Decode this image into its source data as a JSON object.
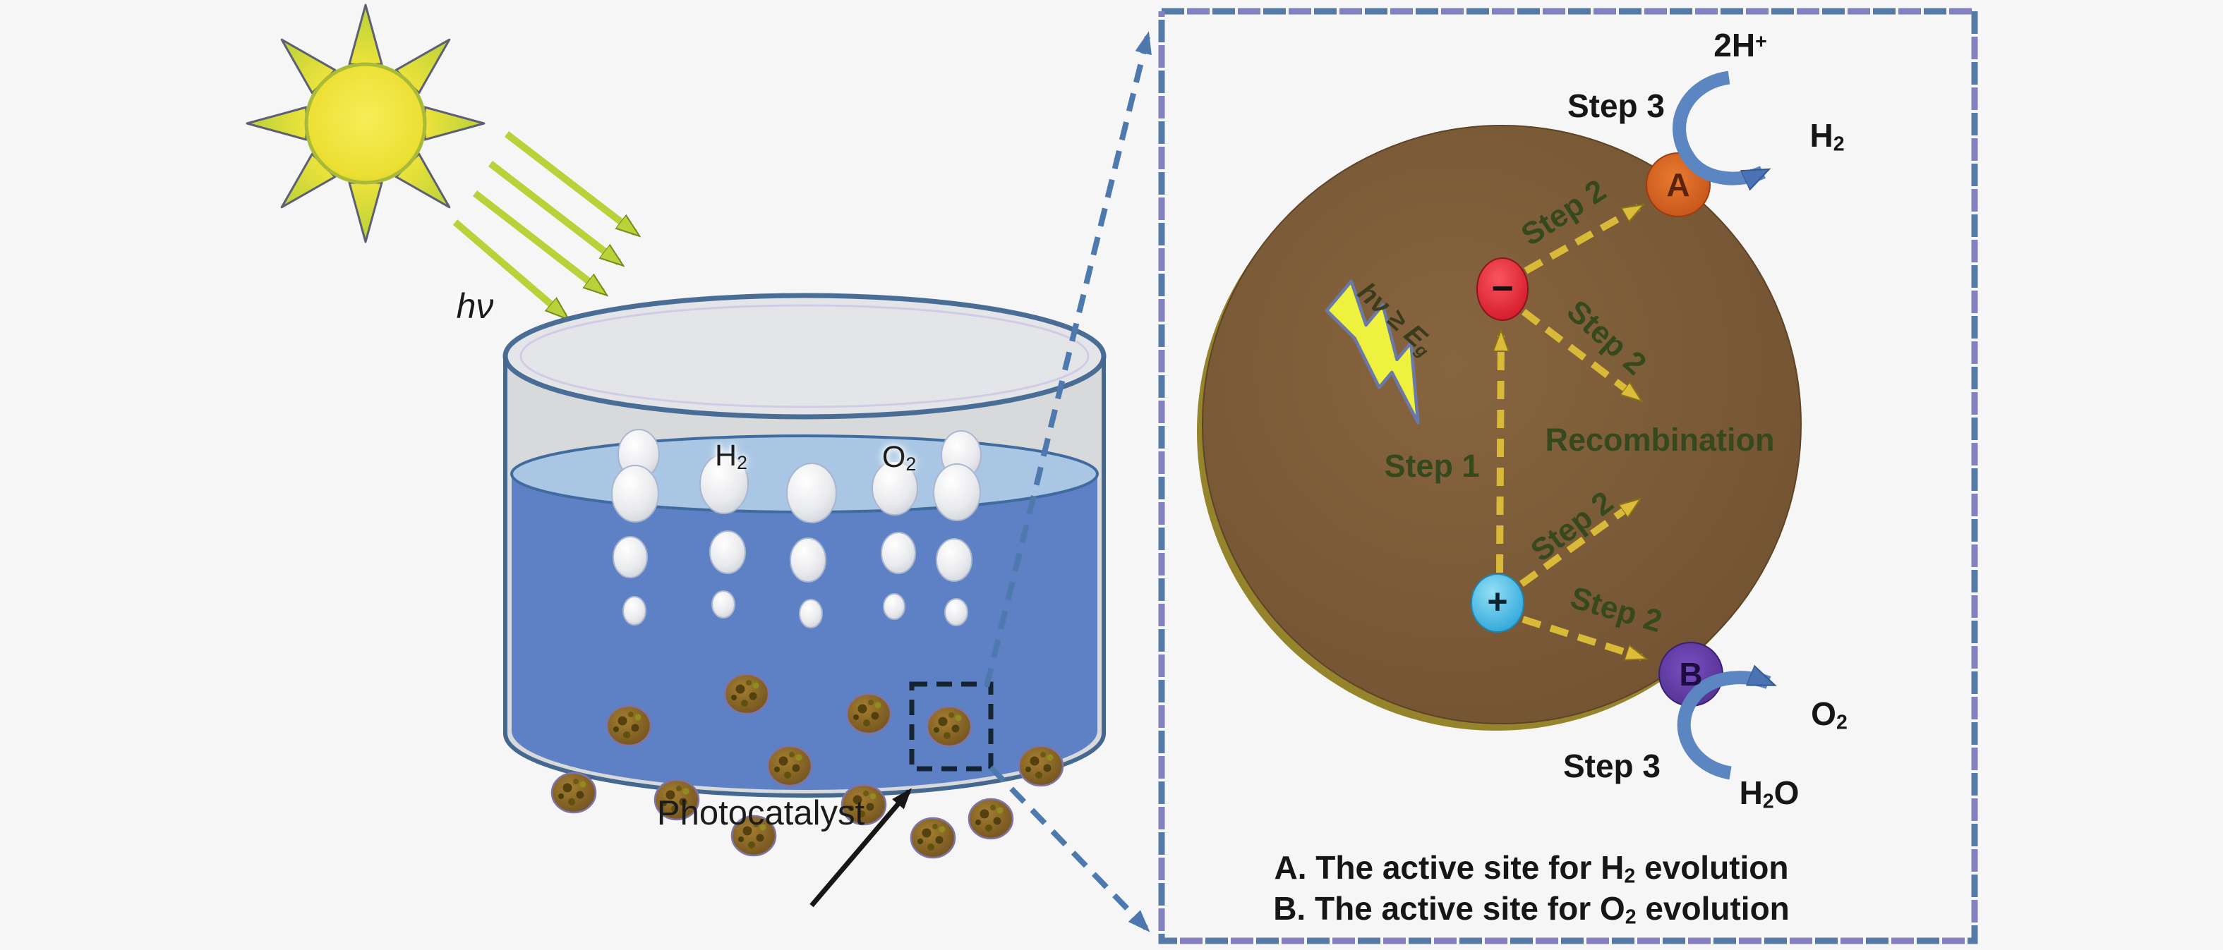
{
  "scene": {
    "light_label": "hν",
    "h2_bubbles": {
      "main": "H",
      "sub": "2"
    },
    "o2_bubbles": {
      "main": "O",
      "sub": "2"
    },
    "photocatalyst_label": "Photocatalyst"
  },
  "panel": {
    "excitation": {
      "pre": "hν ≥ E",
      "sub": "g"
    },
    "step1": "Step 1",
    "step2": "Step 2",
    "step3": "Step 3",
    "recombination": "Recombination",
    "electron_sign": "−",
    "hole_sign": "+",
    "site_a": "A",
    "site_b": "B",
    "reactant_top": {
      "main": "2H",
      "sup": "+"
    },
    "product_top": {
      "main": "H",
      "sub": "2"
    },
    "product_bottom": {
      "main": "O",
      "sub": "2"
    },
    "reactant_bottom": {
      "pre": "H",
      "sub": "2",
      "post": "O"
    },
    "caption_a": {
      "pre": "A. The active site for H",
      "sub": "2",
      "post": " evolution"
    },
    "caption_b": {
      "pre": "B. The active site for O",
      "sub": "2",
      "post": " evolution"
    }
  },
  "colors": {
    "background": "#f6f6f7",
    "sun_yellow": "#ede23a",
    "ray_green": "#b9d23a",
    "water_blue": "#5e81c6",
    "water_surface": "#a9c7e4",
    "glass_grey": "#d8d9db",
    "rim_stroke": "#4a6d96",
    "particle_brown": "#7c5a33",
    "electron_red": "#e51f30",
    "hole_cyan": "#35bfe8",
    "site_a_orange": "#d2571e",
    "site_b_purple": "#5c35a0",
    "yellow_arrow": "#d9ba38",
    "blue_arrow": "#5b86c2",
    "label_green": "#36491d",
    "dash_blue": "#567aa6",
    "dash_purple": "#8280bf"
  }
}
